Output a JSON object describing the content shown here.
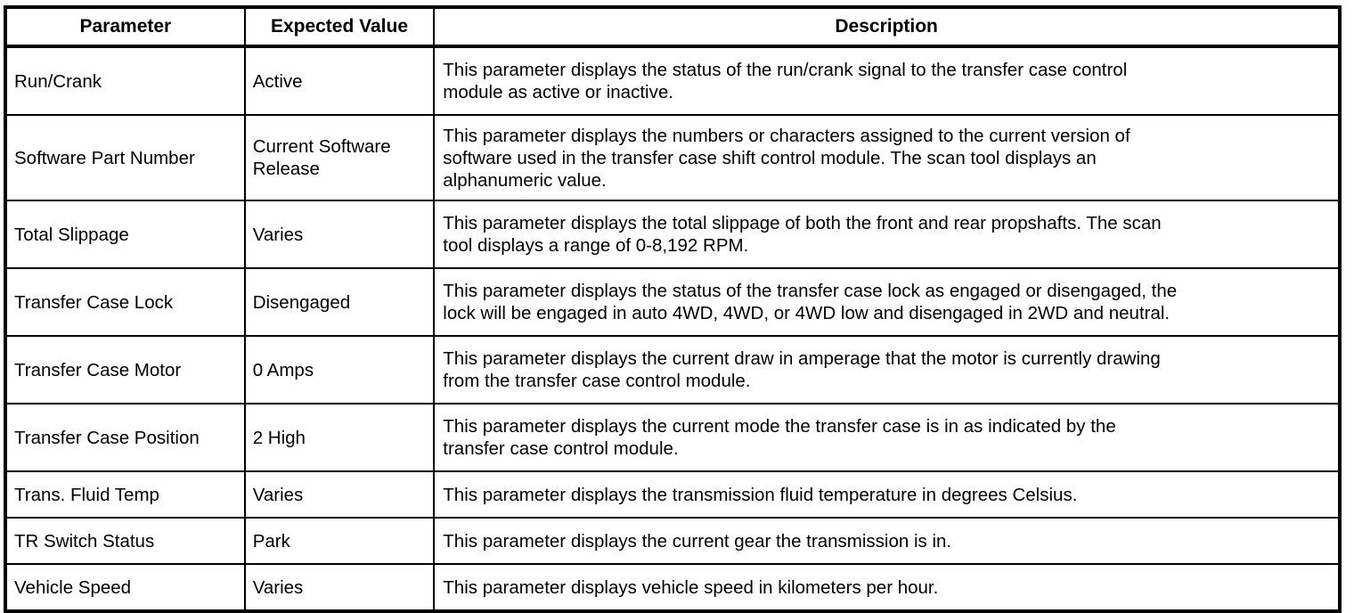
{
  "table": {
    "columns": [
      {
        "key": "parameter",
        "label": "Parameter"
      },
      {
        "key": "expected_value",
        "label": "Expected Value"
      },
      {
        "key": "description",
        "label": "Description"
      }
    ],
    "rows": [
      {
        "parameter": "Run/Crank",
        "expected_value": "Active",
        "description": "This parameter displays the status of the run/crank signal to the transfer case control module as active or inactive.",
        "description_lines": [
          "This parameter displays the status of the run/crank signal to the transfer case control",
          "module as active or inactive."
        ]
      },
      {
        "parameter": "Software Part Number",
        "expected_value": "Current Software Release",
        "expected_value_lines": [
          "Current Software",
          "Release"
        ],
        "description": "This parameter displays the numbers or characters assigned to the current version of software used in the transfer case shift control module. The scan tool displays an alphanumeric value.",
        "description_lines": [
          "This parameter displays the numbers or characters assigned to the current version of",
          "software used in the transfer case shift control module. The scan tool displays an",
          "alphanumeric value."
        ]
      },
      {
        "parameter": "Total Slippage",
        "expected_value": "Varies",
        "description": "This parameter displays the total slippage of both the front and rear propshafts. The scan tool displays a range of 0-8,192 RPM.",
        "description_lines": [
          "This parameter displays the total slippage of both the front and rear propshafts. The scan",
          "tool displays a range of 0-8,192 RPM."
        ]
      },
      {
        "parameter": "Transfer Case Lock",
        "expected_value": "Disengaged",
        "description": "This parameter displays the status of the transfer case lock as engaged or disengaged, the lock will be engaged in auto 4WD, 4WD, or 4WD low and disengaged in 2WD and neutral.",
        "description_lines": [
          "This parameter displays the status of the transfer case lock as engaged or disengaged, the",
          "lock will be engaged in auto 4WD, 4WD, or 4WD low and disengaged in 2WD and neutral."
        ]
      },
      {
        "parameter": "Transfer Case Motor",
        "expected_value": "0 Amps",
        "description": "This parameter displays the current draw in amperage that the motor is currently drawing from the transfer case control module.",
        "description_lines": [
          "This parameter displays the current draw in amperage that the motor is currently drawing",
          "from the transfer case control module."
        ]
      },
      {
        "parameter": "Transfer Case Position",
        "expected_value": "2 High",
        "description": "This parameter displays the current mode the transfer case is in as indicated by the transfer case control module.",
        "description_lines": [
          "This parameter displays the current mode the transfer case is in as indicated by the",
          "transfer case control module."
        ]
      },
      {
        "parameter": "Trans. Fluid Temp",
        "expected_value": "Varies",
        "description": "This parameter displays the transmission fluid temperature in degrees Celsius.",
        "description_lines": [
          "This parameter displays the transmission fluid temperature in degrees Celsius."
        ]
      },
      {
        "parameter": "TR Switch Status",
        "expected_value": "Park",
        "description": "This parameter displays the current gear the transmission is in.",
        "description_lines": [
          "This parameter displays the current gear the transmission is in."
        ]
      },
      {
        "parameter": "Vehicle Speed",
        "expected_value": "Varies",
        "description": "This parameter displays vehicle speed in kilometers per hour.",
        "description_lines": [
          "This parameter displays vehicle speed in kilometers per hour."
        ]
      }
    ]
  },
  "colors": {
    "border": "#000000",
    "text": "#000000",
    "background": "#ffffff"
  }
}
